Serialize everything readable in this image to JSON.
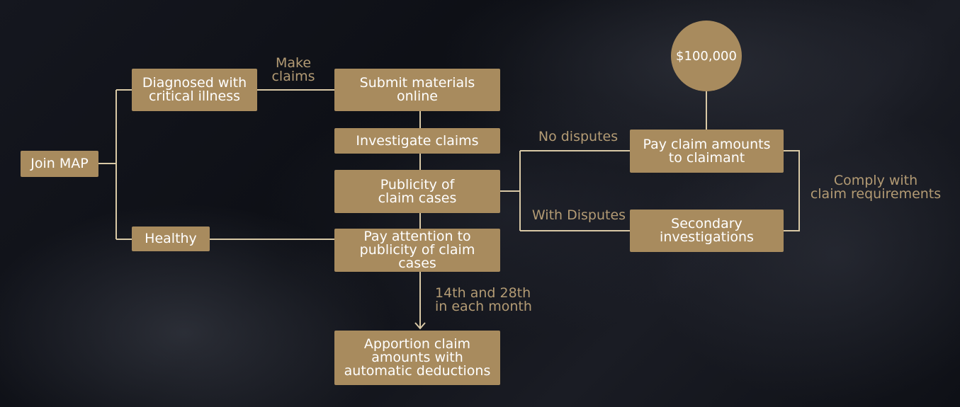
{
  "nodes": {
    "join": "Join MAP",
    "diagnosed": "Diagnosed with\ncritical illness",
    "healthy": "Healthy",
    "submit": "Submit materials\nonline",
    "investigate": "Investigate claims",
    "publicity": "Publicity of\nclaim cases",
    "attention": "Pay attention to\npublicity of claim cases",
    "apportion": "Apportion claim\namounts with\nautomatic deductions",
    "pay": "Pay claim amounts\nto claimant",
    "secondary": "Secondary\ninvestigations",
    "amount": "$100,000"
  },
  "labels": {
    "make_claims": "Make\nclaims",
    "no_disputes": "No disputes",
    "with_disputes": "With Disputes",
    "comply": "Comply with\nclaim requirements",
    "schedule": "14th and 28th\nin each month"
  },
  "colors": {
    "node_fill": "#a88b5e",
    "line": "#d9c9a6",
    "label": "#b39b74"
  }
}
